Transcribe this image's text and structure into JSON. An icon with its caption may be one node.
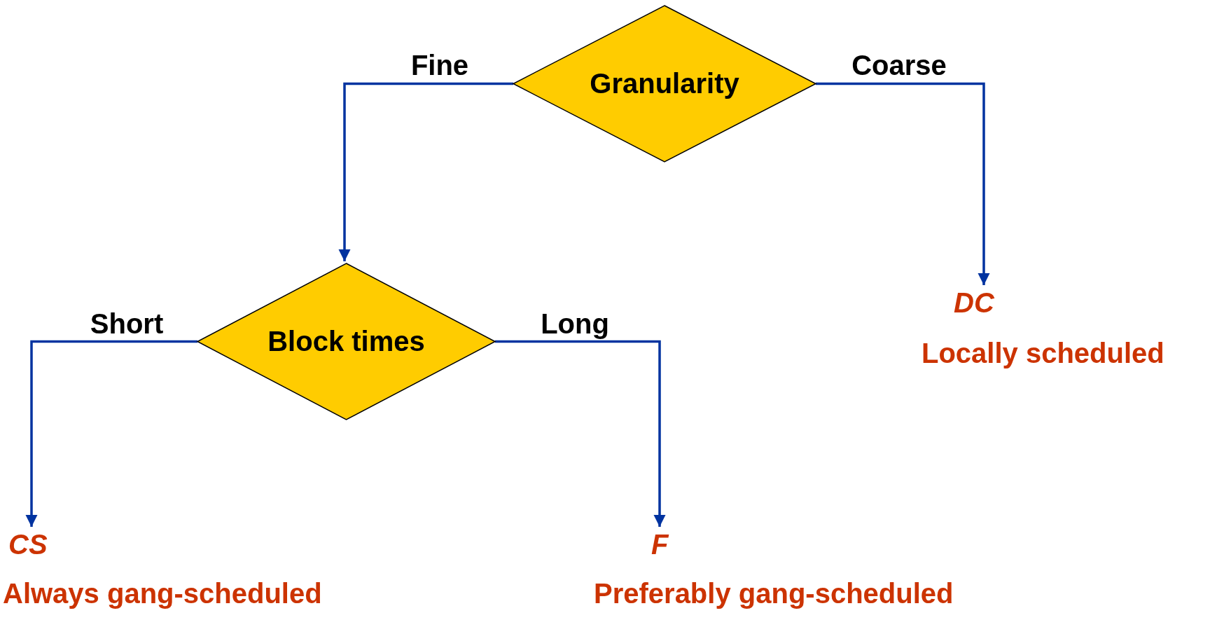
{
  "diagram": {
    "nodes": [
      {
        "text": [
          "Granularity"
        ]
      },
      {
        "text": [
          "Block times"
        ]
      },
      {
        "text": [
          "DC",
          "Locally scheduled"
        ]
      },
      {
        "text": [
          "CS",
          "Always gang-scheduled"
        ]
      },
      {
        "text": [
          "F",
          "Preferably gang-scheduled"
        ]
      }
    ],
    "edges": [
      {
        "from": 0,
        "to": 1,
        "arrow": "to",
        "label": "Fine"
      },
      {
        "from": 0,
        "to": 2,
        "arrow": "to",
        "label": "Coarse"
      },
      {
        "from": 1,
        "to": 3,
        "arrow": "to",
        "label": "Short"
      },
      {
        "from": 1,
        "to": 4,
        "arrow": "to",
        "label": "Long"
      }
    ]
  }
}
